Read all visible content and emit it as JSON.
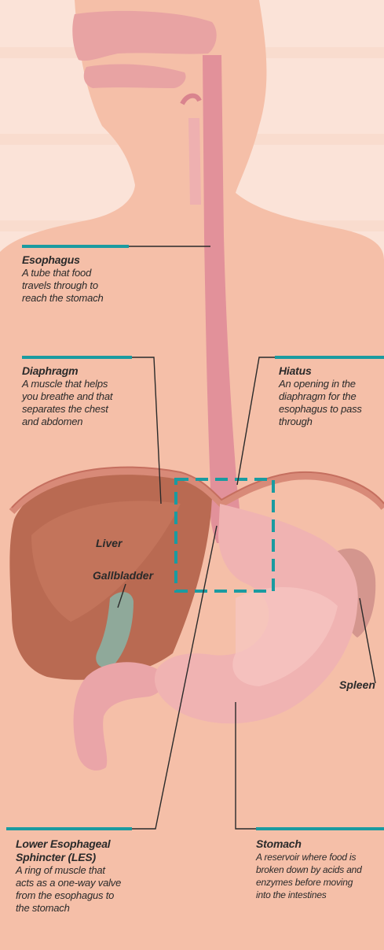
{
  "labels": {
    "esophagus": {
      "title": "Esophagus",
      "lines": [
        "A tube that food",
        "travels through to",
        "reach the stomach"
      ]
    },
    "diaphragm": {
      "title": "Diaphragm",
      "lines": [
        "A muscle that helps",
        "you breathe and that",
        "separates the chest",
        "and abdomen"
      ]
    },
    "hiatus": {
      "title": "Hiatus",
      "lines": [
        "An opening in the",
        "diaphragm for the",
        "esophagus to pass",
        "through"
      ]
    },
    "les": {
      "title_lines": [
        "Lower Esophageal",
        "Sphincter (LES)"
      ],
      "lines": [
        "A ring of muscle that",
        "acts as a one-way valve",
        "from the esophagus to",
        "the stomach"
      ]
    },
    "stomach": {
      "title": "Stomach",
      "lines": [
        "A reservoir where food is",
        "broken down by acids and",
        "enzymes before moving",
        "into the intestines"
      ]
    }
  },
  "organs": {
    "liver": "Liver",
    "gallbladder": "Gallbladder",
    "spleen": "Spleen"
  },
  "colors": {
    "background": "#fbe3d8",
    "body": "#f5bfa8",
    "esophagus": "#e2919a",
    "liver": "#b96a52",
    "stomach": "#f0b3b2",
    "diaphragm": "#d88a78",
    "leader_line": "#2a2a2a",
    "accent_teal": "#1a9ba0"
  }
}
